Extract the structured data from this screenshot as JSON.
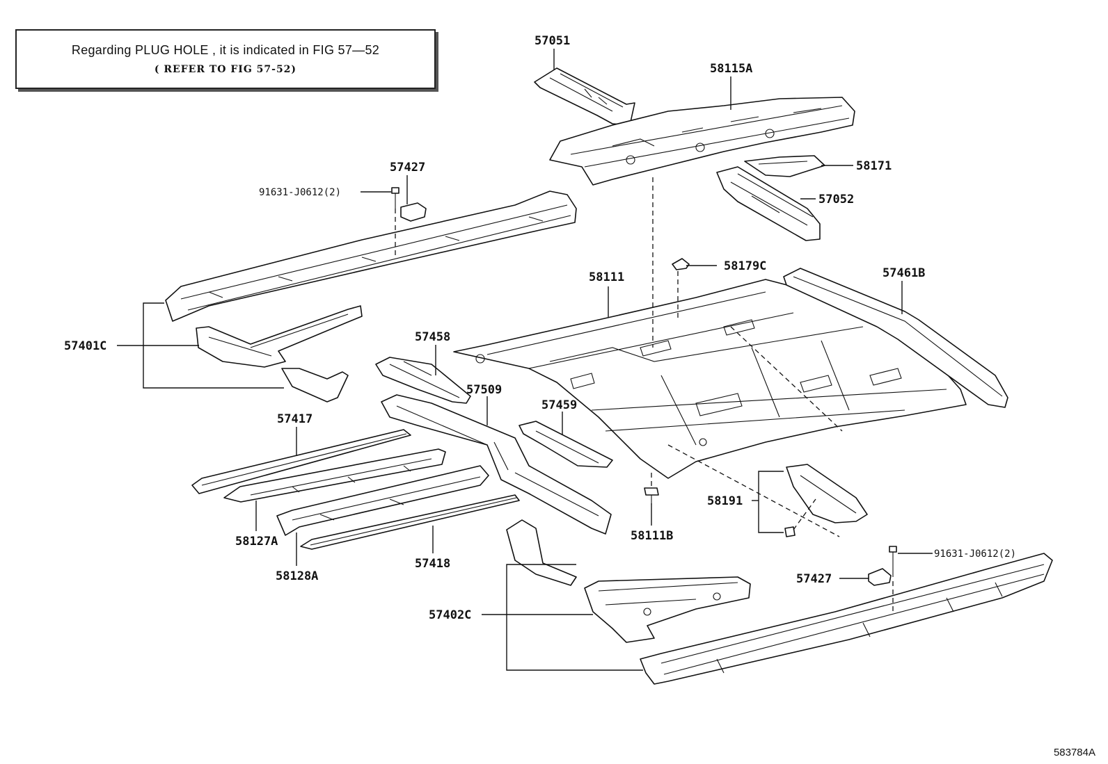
{
  "note": {
    "line1": "Regarding  PLUG  HOLE , it is indicated in  FIG  57—52",
    "line2": "( REFER TO FIG 57-52)"
  },
  "figure_id": "583784A",
  "labels": {
    "p57051": "57051",
    "p58115A": "58115A",
    "p58171": "58171",
    "p57052": "57052",
    "p57427_top": "57427",
    "p91631_top": "91631-J0612(2)",
    "p58179C": "58179C",
    "p58111": "58111",
    "p57461B": "57461B",
    "p57401C": "57401C",
    "p57458": "57458",
    "p57509": "57509",
    "p57459": "57459",
    "p57417": "57417",
    "p58127A": "58127A",
    "p58128A": "58128A",
    "p57418": "57418",
    "p58111B": "58111B",
    "p58191": "58191",
    "p91631_bottom": "91631-J0612(2)",
    "p57427_bottom": "57427",
    "p57402C": "57402C"
  }
}
